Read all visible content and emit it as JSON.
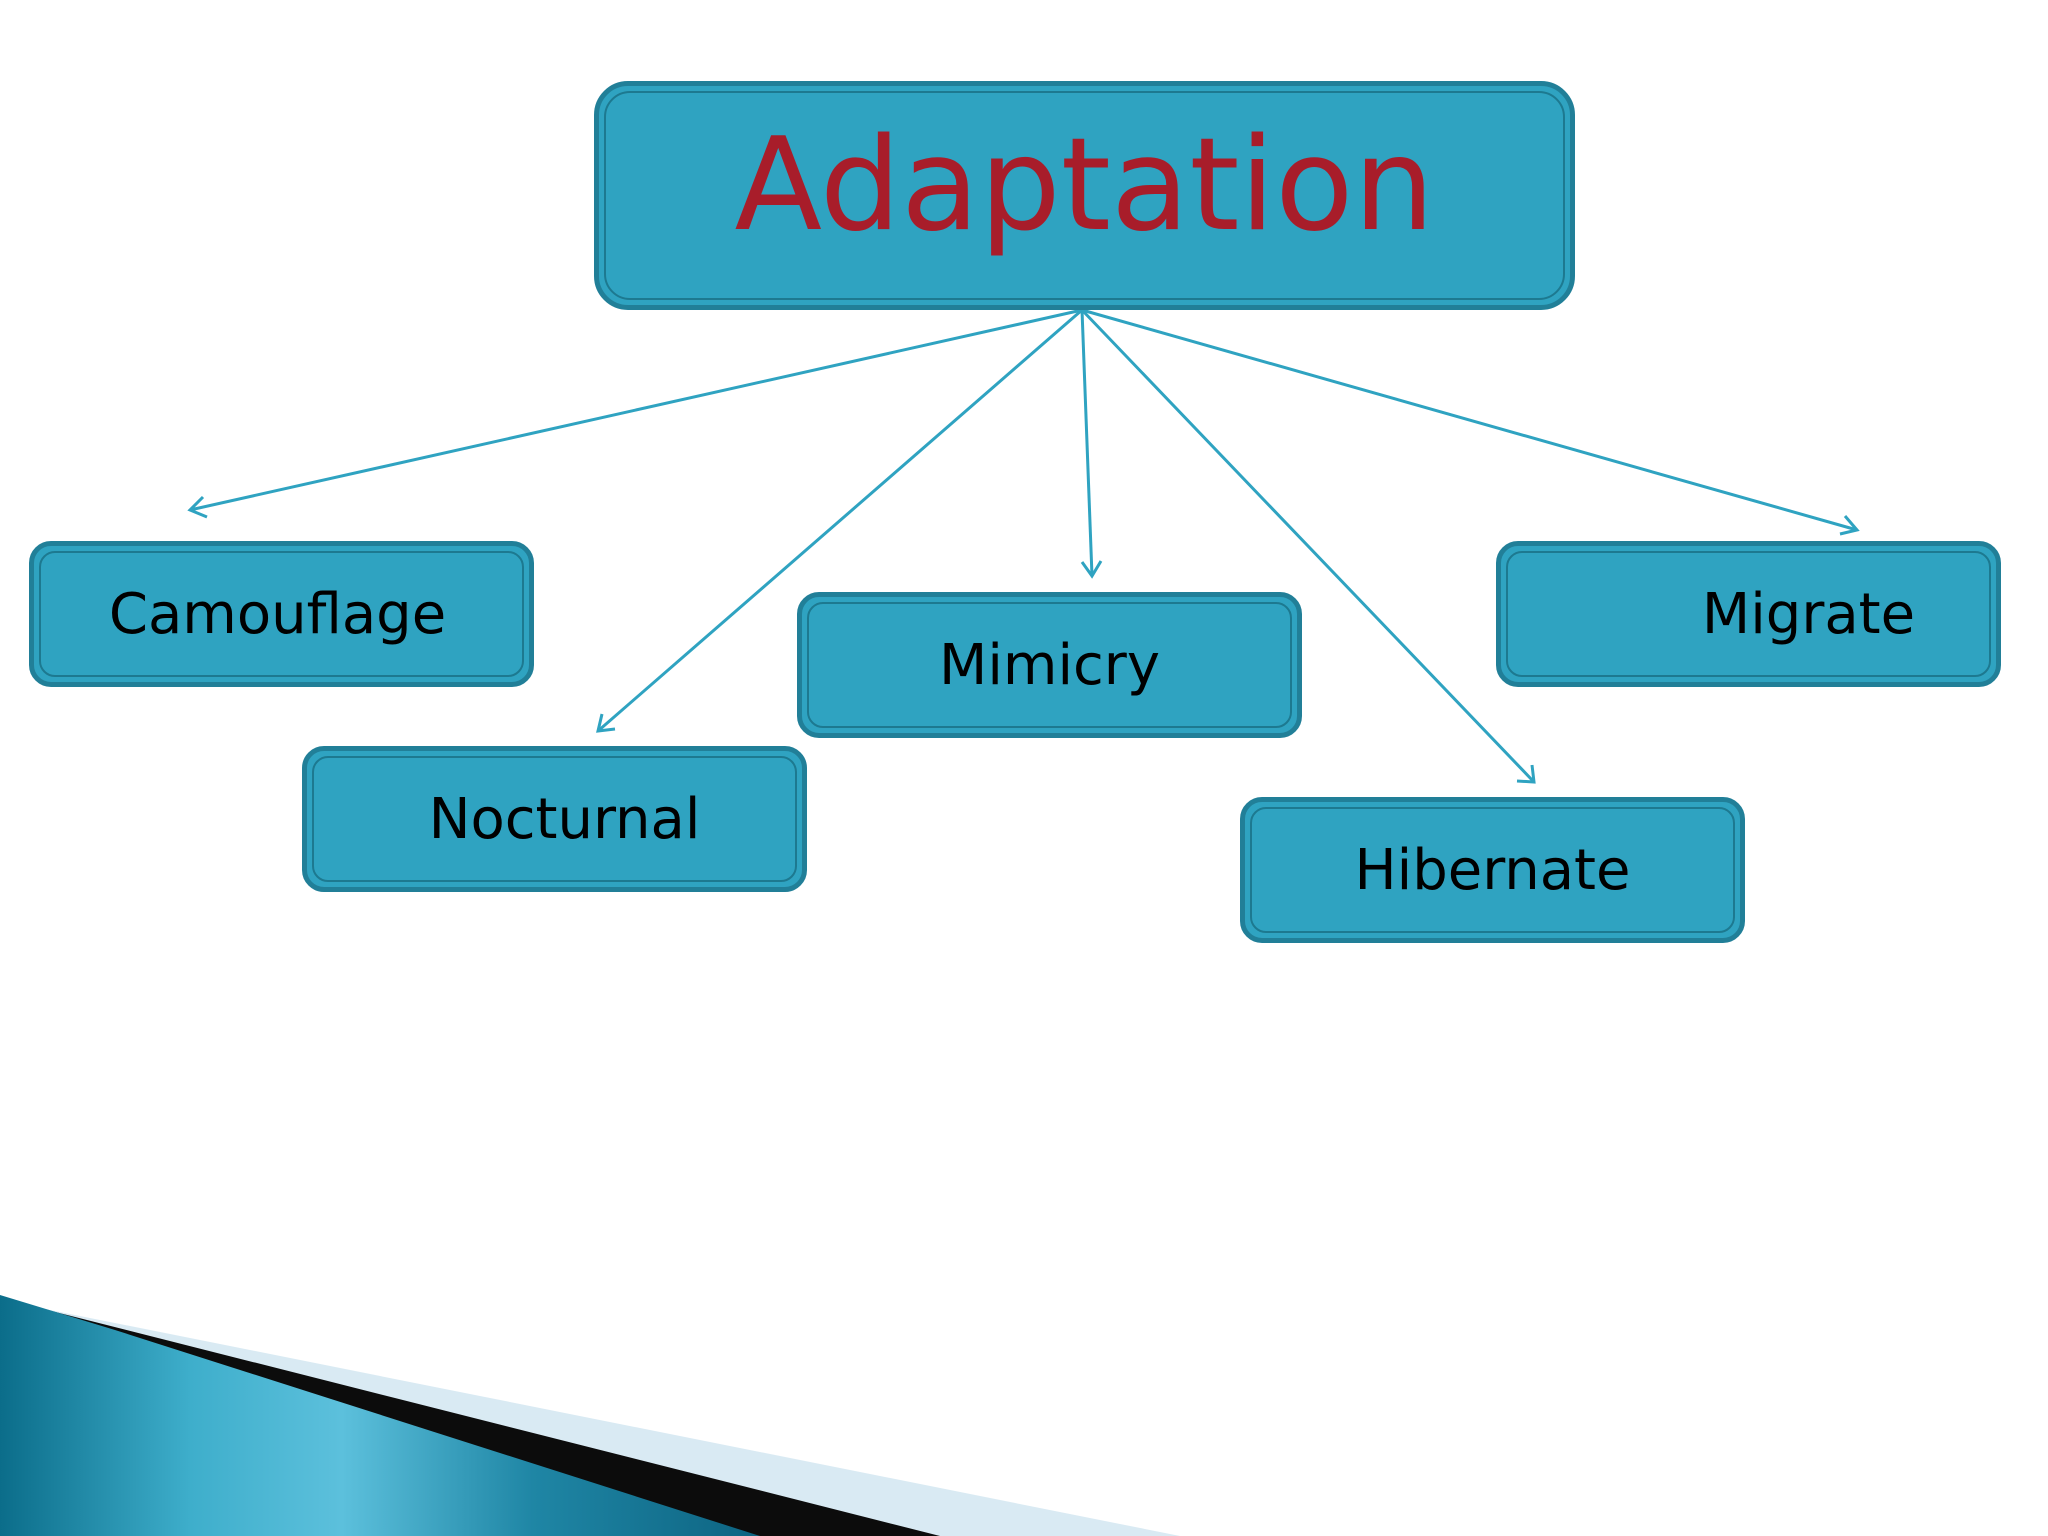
{
  "diagram": {
    "root": {
      "label": "Adaptation"
    },
    "children": [
      {
        "label": "Camouflage"
      },
      {
        "label": "Nocturnal"
      },
      {
        "label": "Mimicry"
      },
      {
        "label": "Hibernate"
      },
      {
        "label": "Migrate"
      }
    ]
  },
  "colors": {
    "box_fill": "#2fa3c1",
    "box_border": "#217f98",
    "root_text": "#a81d2a",
    "child_text": "#000000",
    "arrow": "#2fa3c1"
  }
}
